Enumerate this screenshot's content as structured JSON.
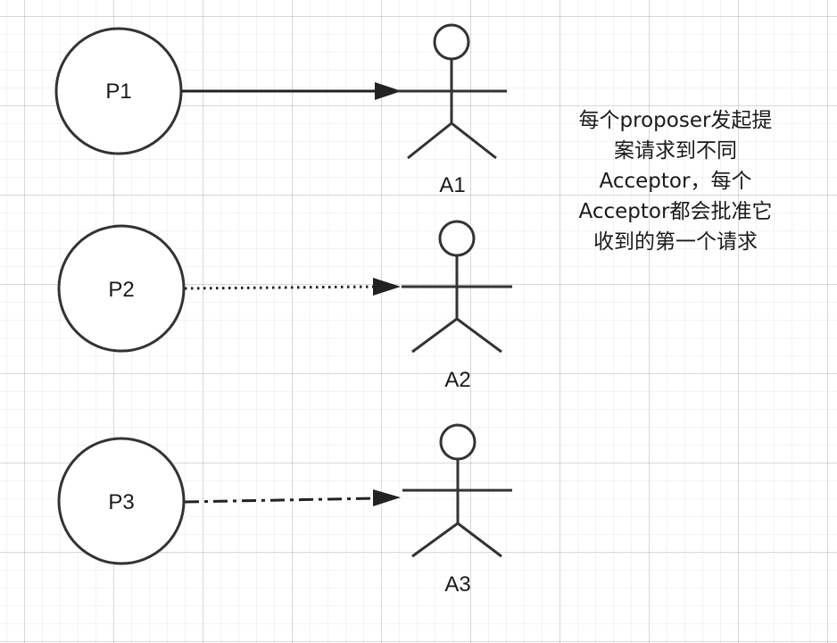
{
  "diagram": {
    "proposers": [
      {
        "label": "P1",
        "line_style": "solid"
      },
      {
        "label": "P2",
        "line_style": "dotted"
      },
      {
        "label": "P3",
        "line_style": "dash-dot"
      }
    ],
    "acceptors": [
      {
        "label": "A1"
      },
      {
        "label": "A2"
      },
      {
        "label": "A3"
      }
    ],
    "note": "每个proposer发起提\n案请求到不同\nAcceptor，每个\nAcceptor都会批准它\n收到的第一个请求"
  },
  "colors": {
    "stroke": "#333333",
    "text": "#1a1a1a",
    "background": "#ffffff"
  }
}
